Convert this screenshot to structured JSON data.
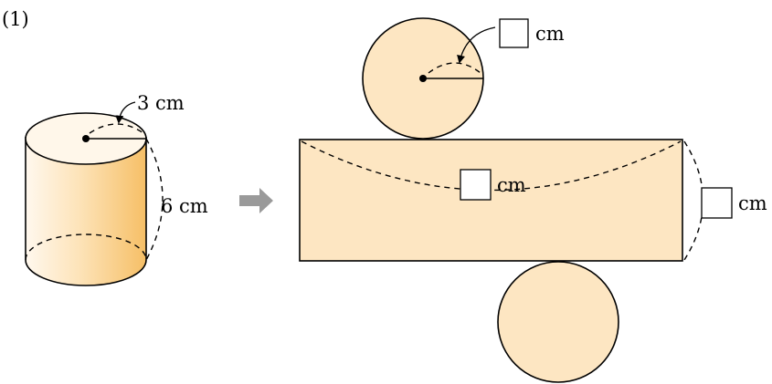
{
  "problem_label": "(1)",
  "cylinder": {
    "radius_label": "3 cm",
    "height_label": "6 cm"
  },
  "net": {
    "top_circle_unit": "cm",
    "rect_width_unit": "cm",
    "rect_height_unit": "cm"
  },
  "colors": {
    "face_fill": "#fde6c2",
    "side_light": "#fff8ee",
    "side_dark": "#f6bf66",
    "arrow": "#9a9a9a",
    "line": "#000000"
  }
}
